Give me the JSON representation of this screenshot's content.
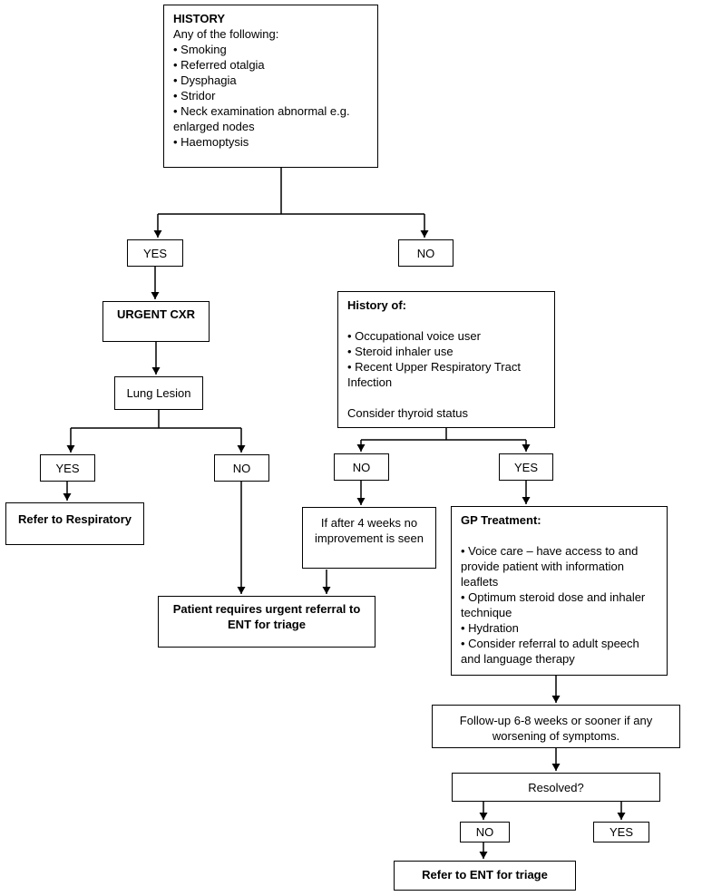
{
  "diagram": {
    "history": {
      "title": "HISTORY",
      "intro": "Any of the following:",
      "items": [
        "• Smoking",
        "• Referred otalgia",
        "• Dysphagia",
        "• Stridor",
        "• Neck examination abnormal e.g. enlarged nodes",
        "• Haemoptysis"
      ]
    },
    "yes1": "YES",
    "no1": "NO",
    "urgent_cxr": "URGENT CXR",
    "lung_lesion": "Lung Lesion",
    "yes2": "YES",
    "no2": "NO",
    "refer_respiratory": "Refer to Respiratory",
    "history_of": {
      "title": "History of:",
      "items": [
        "• Occupational voice user",
        "• Steroid inhaler use",
        "• Recent Upper Respiratory Tract Infection"
      ],
      "note": "Consider thyroid status"
    },
    "no3": "NO",
    "yes3": "YES",
    "if_after": "If after 4 weeks no improvement is seen",
    "patient_urgent": "Patient requires urgent referral to ENT for triage",
    "gp_treatment": {
      "title": "GP Treatment:",
      "items": [
        "• Voice care – have access to and provide patient with information leaflets",
        "• Optimum steroid dose and inhaler technique",
        "• Hydration",
        "• Consider referral to adult speech and language therapy"
      ]
    },
    "follow_up": "Follow-up 6-8 weeks or sooner if any worsening of symptoms.",
    "resolved": "Resolved?",
    "no4": "NO",
    "yes4": "YES",
    "refer_ent": "Refer to ENT for triage"
  },
  "colors": {
    "line": "#000000",
    "background": "#ffffff",
    "text": "#000000"
  }
}
